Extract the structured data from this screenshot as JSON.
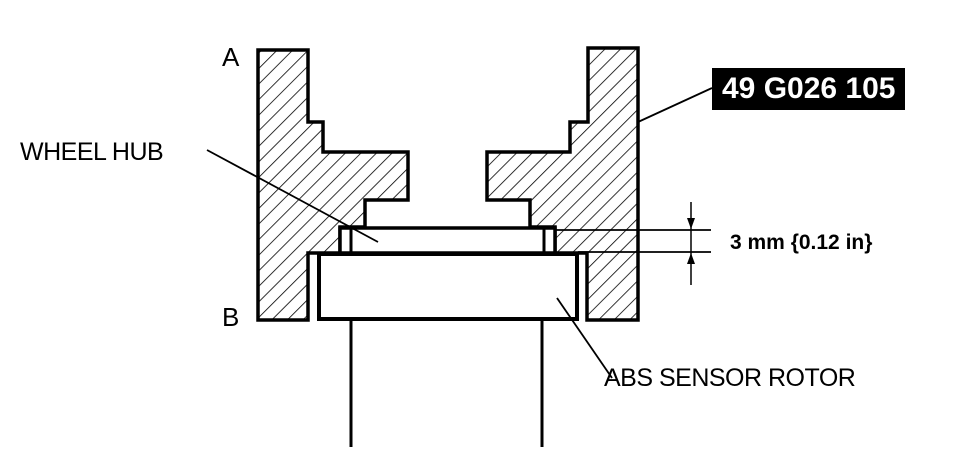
{
  "diagram": {
    "type": "technical-cross-section",
    "labels": {
      "point_a": "A",
      "point_b": "B",
      "wheel_hub": "WHEEL HUB",
      "abs_sensor_rotor": "ABS SENSOR ROTOR",
      "tool_part_number": "49 G026 105",
      "dimension": "3 mm {0.12 in}"
    },
    "colors": {
      "line": "#000000",
      "background": "#ffffff",
      "part_number_bg": "#000000",
      "part_number_text": "#ffffff"
    }
  }
}
